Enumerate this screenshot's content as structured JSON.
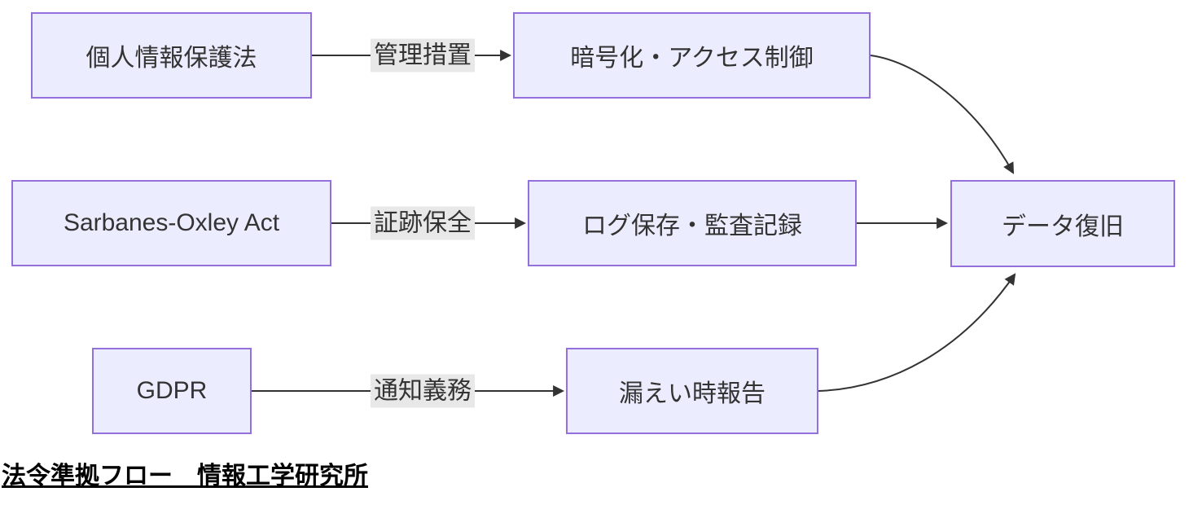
{
  "diagram": {
    "type": "flowchart-LR",
    "nodes": [
      {
        "id": "kojinjoho",
        "label": "個人情報保護法"
      },
      {
        "id": "angoka",
        "label": "暗号化・アクセス制御"
      },
      {
        "id": "sox",
        "label": "Sarbanes-Oxley Act"
      },
      {
        "id": "log",
        "label": "ログ保存・監査記録"
      },
      {
        "id": "fukkyu",
        "label": "データ復旧"
      },
      {
        "id": "gdpr",
        "label": "GDPR"
      },
      {
        "id": "roei",
        "label": "漏えい時報告"
      }
    ],
    "edges": [
      {
        "from": "個人情報保護法",
        "to": "暗号化・アクセス制御",
        "label": "管理措置"
      },
      {
        "from": "Sarbanes-Oxley Act",
        "to": "ログ保存・監査記録",
        "label": "証跡保全"
      },
      {
        "from": "GDPR",
        "to": "漏えい時報告",
        "label": "通知義務"
      },
      {
        "from": "暗号化・アクセス制御",
        "to": "データ復旧",
        "label": ""
      },
      {
        "from": "ログ保存・監査記録",
        "to": "データ復旧",
        "label": ""
      },
      {
        "from": "漏えい時報告",
        "to": "データ復旧",
        "label": ""
      }
    ],
    "caption": "法令準拠フロー　情報工学研究所",
    "colors": {
      "node_fill": "#ECECFF",
      "node_border": "#9370DB",
      "edge_stroke": "#333333",
      "edge_label_bg": "#e8e8e8",
      "node_text": "#333333",
      "caption_text": "#000000"
    }
  }
}
